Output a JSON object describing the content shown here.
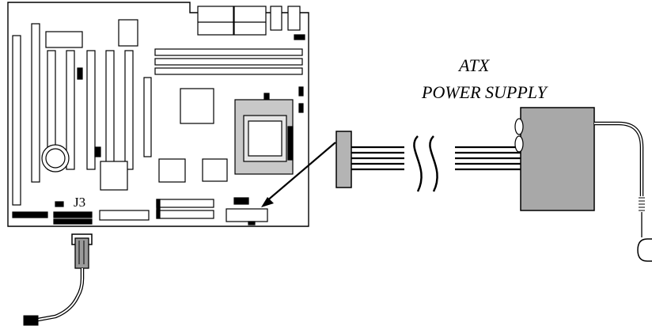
{
  "labels": {
    "psu_line1": "ATX",
    "psu_line2": "POWER SUPPLY",
    "connector": "J3"
  },
  "colors": {
    "line": "#000000",
    "background": "#ffffff",
    "chip_fill": "#ffffff",
    "cpu_fill": "#c8c8c8",
    "psu_fill": "#a8a8a8",
    "connector_fill": "#b4b4b4",
    "plug_fill": "#9a9a9a"
  },
  "icons": {
    "motherboard": "motherboard-icon",
    "power_supply": "power-supply-icon",
    "atx_plug": "atx-plug-icon",
    "power_cord": "power-cord-icon",
    "switch_cable": "switch-cable-icon"
  }
}
